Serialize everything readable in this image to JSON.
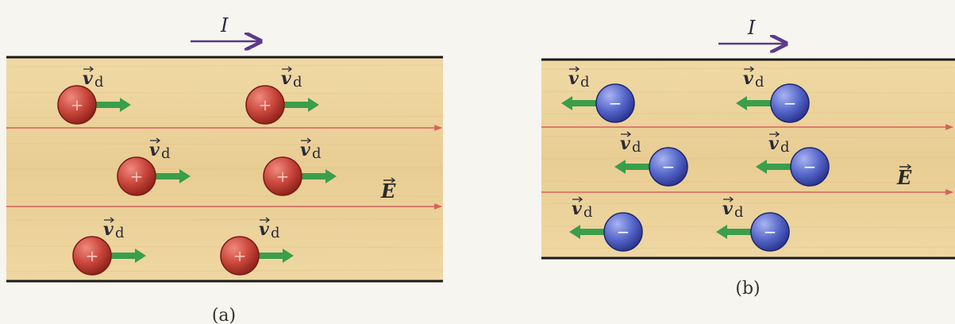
{
  "panels": [
    {
      "id": "a",
      "caption": "(a)",
      "current_label": "I",
      "field_label": "E",
      "velocity_label": "v",
      "velocity_subscript": "d",
      "carrier_sign": "+",
      "carrier_color": "#c8453a",
      "drift_direction": "right"
    },
    {
      "id": "b",
      "caption": "(b)",
      "current_label": "I",
      "field_label": "E",
      "velocity_label": "v",
      "velocity_subscript": "d",
      "carrier_sign": "−",
      "carrier_color": "#4f5fc8",
      "drift_direction": "left"
    }
  ],
  "colors": {
    "conductor": "#ead19a",
    "conductor_edge": "#1a1a1a",
    "field_line": "#d9605a",
    "drift_arrow": "#3a9e4a",
    "current_arrow": "#5a3a8a"
  }
}
